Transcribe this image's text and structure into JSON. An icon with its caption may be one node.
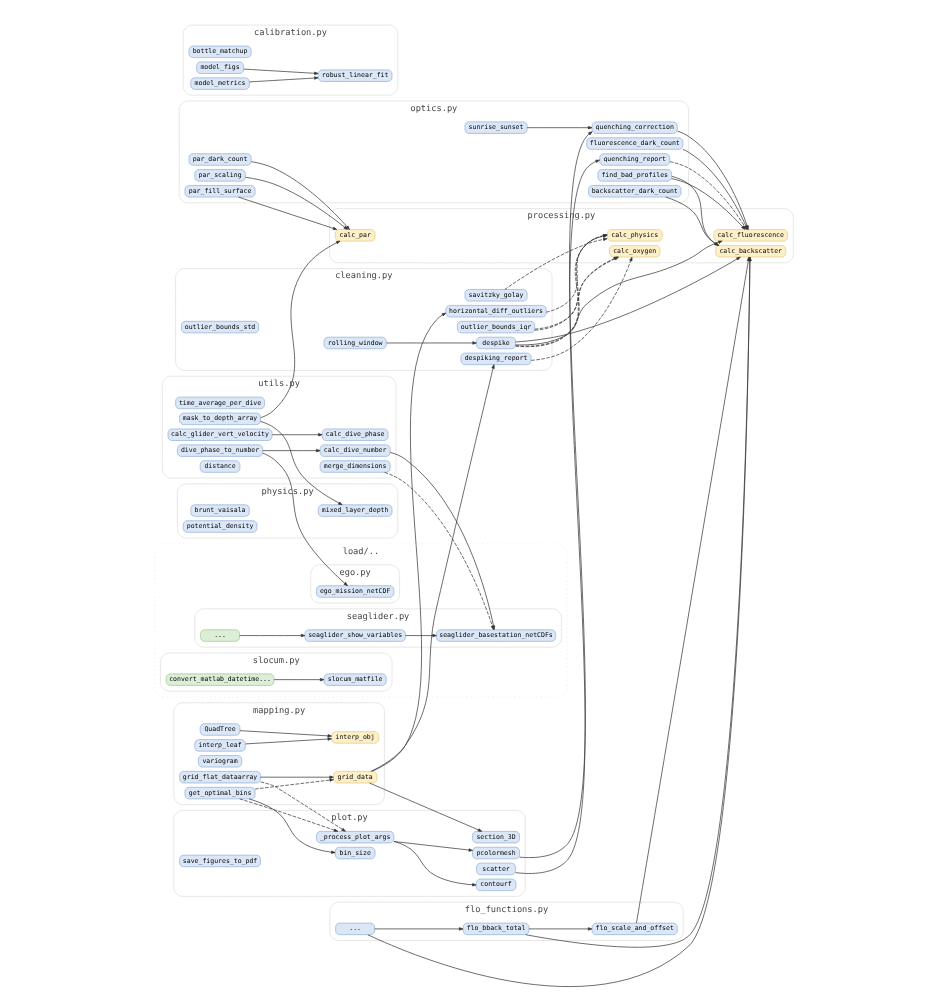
{
  "diagram": {
    "nodes": [
      {
        "text": [
          "processing.py"
        ]
      },
      {
        "text": [
          "calc_physics"
        ],
        "in": 0
      },
      {
        "text": [
          "calc_oxygen"
        ],
        "in": 0
      },
      {
        "text": [
          "calc_backscatter"
        ],
        "in": 0
      },
      {
        "text": [
          "calc_fluorescence"
        ],
        "in": 0
      },
      {
        "text": [
          "calc_par"
        ],
        "in": 0
      },
      {
        "text": [
          "cleaning.py"
        ]
      },
      {
        "text": [
          "horizontal_diff_outliers"
        ],
        "in": 6
      },
      {
        "text": [
          "savitzky_golay"
        ],
        "in": 6
      },
      {
        "text": [
          "outlier_bounds_std"
        ],
        "in": 6
      },
      {
        "text": [
          "outlier_bounds_iqr"
        ],
        "in": 6
      },
      {
        "text": [
          "despiking_report"
        ],
        "in": 6
      },
      {
        "text": [
          "rolling_window"
        ],
        "in": 6
      },
      {
        "text": [
          "despike"
        ],
        "in": 6
      },
      {
        "text": [
          "flo_functions.py"
        ]
      },
      {
        "text": [
          "flo_scale_and_offset"
        ],
        "in": 14
      },
      {
        "text": [
          "flo_bback_total"
        ],
        "in": 14
      },
      {
        "text": [
          "..."
        ],
        "in": 14
      },
      {
        "text": [
          "optics.py"
        ]
      },
      {
        "text": [
          "backscatter_dark_count"
        ],
        "in": 18
      },
      {
        "text": [
          "find_bad_profiles"
        ],
        "in": 18
      },
      {
        "text": [
          "fluorescence_dark_count"
        ],
        "in": 18
      },
      {
        "text": [
          "quenching_correction"
        ],
        "in": 18
      },
      {
        "text": [
          "sunrise_sunset"
        ],
        "in": 18
      },
      {
        "text": [
          "quenching_report"
        ],
        "in": 18
      },
      {
        "text": [
          "par_dark_count"
        ],
        "in": 18
      },
      {
        "text": [
          "par_scaling"
        ],
        "in": 18
      },
      {
        "text": [
          "par_fill_surface"
        ],
        "in": 18
      },
      {
        "text": [
          "mapping.py"
        ]
      },
      {
        "text": [
          "interp_obj"
        ],
        "in": 28
      },
      {
        "text": [
          "QuadTree"
        ],
        "in": 28
      },
      {
        "text": [
          "interp_leaf"
        ],
        "in": 28
      },
      {
        "text": [
          "variogram"
        ],
        "in": 28
      },
      {
        "text": [
          "get_optimal_bins"
        ],
        "in": 28
      },
      {
        "text": [
          "grid_flat_dataarray"
        ],
        "in": 28
      },
      {
        "text": [
          "grid_data"
        ],
        "in": 28
      },
      {
        "text": [
          "plot.py"
        ]
      },
      {
        "text": [
          "_process_plot_args"
        ],
        "in": 36
      },
      {
        "text": [
          "pcolormesh"
        ],
        "in": 36
      },
      {
        "text": [
          "contourf"
        ],
        "in": 36
      },
      {
        "text": [
          "scatter"
        ],
        "in": 36
      },
      {
        "text": [
          "section_3D"
        ],
        "in": 36
      },
      {
        "text": [
          "bin_size"
        ],
        "in": 36
      },
      {
        "text": [
          "save_figures_to_pdf"
        ],
        "in": 36
      },
      {
        "text": [
          "physics.py"
        ]
      },
      {
        "text": [
          "mixed_layer_depth"
        ],
        "in": 44
      },
      {
        "text": [
          "brunt_vaisala"
        ],
        "in": 44
      },
      {
        "text": [
          "potential_density"
        ],
        "in": 44
      },
      {
        "text": [
          "calibration.py"
        ]
      },
      {
        "text": [
          "bottle_matchup"
        ],
        "in": 48
      },
      {
        "text": [
          "model_figs"
        ],
        "in": 48
      },
      {
        "text": [
          "model_metrics"
        ],
        "in": 48
      },
      {
        "text": [
          "robust_linear_fit"
        ],
        "in": 48
      },
      {
        "text": [
          "utils.py"
        ]
      },
      {
        "text": [
          "time_average_per_dive"
        ],
        "in": 53
      },
      {
        "text": [
          "mask_to_depth_array"
        ],
        "in": 53
      },
      {
        "text": [
          "merge_dimensions"
        ],
        "in": 53
      },
      {
        "text": [
          "calc_dive_number"
        ],
        "in": 53
      },
      {
        "text": [
          "calc_dive_phase"
        ],
        "in": 53
      },
      {
        "text": [
          "dive_phase_to_number"
        ],
        "in": 53
      },
      {
        "text": [
          "calc_glider_vert_velocity"
        ],
        "in": 53
      },
      {
        "text": [
          "distance"
        ],
        "in": 53
      },
      {
        "text": [
          "load/.."
        ]
      },
      {
        "text": [
          "seaglider.py"
        ],
        "in": 62
      },
      {
        "text": [
          "seaglider_basestation_netCDFs"
        ],
        "in": 63
      },
      {
        "text": [
          "seaglider_show_variables"
        ],
        "in": 63
      },
      {
        "text": [
          "..."
        ],
        "in": 63
      },
      {
        "text": [
          "slocum.py"
        ],
        "in": 62
      },
      {
        "text": [
          "slocum_matfile"
        ],
        "in": 67
      },
      {
        "text": [
          "convert_matlab_datetime..."
        ],
        "in": 67
      },
      {
        "text": [
          "ego.py"
        ],
        "in": 62
      },
      {
        "text": [
          "ego_mission_netCDF"
        ],
        "in": 70
      }
    ],
    "edges": [
      {
        "from": 7,
        "to": 1,
        "arrow": "to",
        "style": "dashed"
      },
      {
        "from": 8,
        "to": 1,
        "arrow": "to",
        "style": "dashed"
      },
      {
        "from": 10,
        "to": 1,
        "arrow": "to",
        "style": "dashed"
      },
      {
        "from": 13,
        "to": 1,
        "arrow": "to",
        "style": "dashed"
      },
      {
        "from": 10,
        "to": 2,
        "arrow": "to",
        "style": "dashed"
      },
      {
        "from": 11,
        "to": 2,
        "arrow": "to",
        "style": "dashed"
      },
      {
        "from": 13,
        "to": 2,
        "arrow": "to",
        "style": "dashed"
      },
      {
        "from": 13,
        "to": 3,
        "arrow": "to"
      },
      {
        "from": 15,
        "to": 3,
        "arrow": "to"
      },
      {
        "from": 16,
        "to": 3,
        "arrow": "to"
      },
      {
        "from": 17,
        "to": 3,
        "arrow": "to"
      },
      {
        "from": 19,
        "to": 3,
        "arrow": "to"
      },
      {
        "from": 20,
        "to": 3,
        "arrow": "to"
      },
      {
        "from": 13,
        "to": 4,
        "arrow": "to"
      },
      {
        "from": 20,
        "to": 4,
        "arrow": "to"
      },
      {
        "from": 21,
        "to": 4,
        "arrow": "to"
      },
      {
        "from": 22,
        "to": 4,
        "arrow": "to"
      },
      {
        "from": 24,
        "to": 4,
        "arrow": "to",
        "style": "dashed"
      },
      {
        "from": 25,
        "to": 5,
        "arrow": "to"
      },
      {
        "from": 26,
        "to": 5,
        "arrow": "to"
      },
      {
        "from": 27,
        "to": 5,
        "arrow": "to"
      },
      {
        "from": 55,
        "to": 5,
        "arrow": "to"
      },
      {
        "from": 12,
        "to": 13,
        "arrow": "to"
      },
      {
        "from": 35,
        "to": 11,
        "arrow": "to"
      },
      {
        "from": 16,
        "to": 15,
        "arrow": "to"
      },
      {
        "from": 17,
        "to": 16,
        "arrow": "to"
      },
      {
        "from": 23,
        "to": 22,
        "arrow": "to"
      },
      {
        "from": 38,
        "to": 22,
        "arrow": "to"
      },
      {
        "from": 40,
        "to": 24,
        "arrow": "to"
      },
      {
        "from": 30,
        "to": 29,
        "arrow": "to"
      },
      {
        "from": 31,
        "to": 29,
        "arrow": "to"
      },
      {
        "from": 33,
        "to": 35,
        "arrow": "to",
        "style": "dashed"
      },
      {
        "from": 34,
        "to": 35,
        "arrow": "to"
      },
      {
        "from": 35,
        "to": 7,
        "arrow": "to"
      },
      {
        "from": 33,
        "to": 37,
        "arrow": "to",
        "style": "dashed"
      },
      {
        "from": 34,
        "to": 37,
        "arrow": "to",
        "style": "dashed"
      },
      {
        "from": 37,
        "to": 38,
        "arrow": "to"
      },
      {
        "from": 37,
        "to": 39,
        "arrow": "to"
      },
      {
        "from": 35,
        "to": 41,
        "arrow": "to"
      },
      {
        "from": 33,
        "to": 42,
        "arrow": "to"
      },
      {
        "from": 55,
        "to": 45,
        "arrow": "to"
      },
      {
        "from": 50,
        "to": 52,
        "arrow": "to"
      },
      {
        "from": 51,
        "to": 52,
        "arrow": "to"
      },
      {
        "from": 59,
        "to": 57,
        "arrow": "to"
      },
      {
        "from": 60,
        "to": 58,
        "arrow": "to"
      },
      {
        "from": 56,
        "to": 64,
        "arrow": "to",
        "style": "dashed"
      },
      {
        "from": 57,
        "to": 64,
        "arrow": "to"
      },
      {
        "from": 59,
        "to": 71,
        "arrow": "to"
      },
      {
        "from": 66,
        "to": 65,
        "arrow": "to"
      },
      {
        "from": 65,
        "to": 64,
        "arrow": "to"
      },
      {
        "from": 69,
        "to": 68,
        "arrow": "to"
      }
    ]
  }
}
